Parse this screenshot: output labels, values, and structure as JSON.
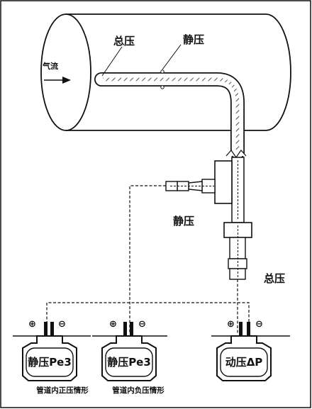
{
  "diagram": {
    "airflow_label": "气流",
    "total_pressure_label": "总压",
    "static_pressure_label": "静压",
    "static_pressure_side_label": "静压",
    "total_pressure_side_label": "总压",
    "plus_sign": "⊕",
    "minus_sign": "⊖",
    "gauges": [
      {
        "reading": "静压Pe3",
        "caption": "管道内正压情形"
      },
      {
        "reading": "静压Pe3",
        "caption": "管道内负压情形"
      },
      {
        "reading": "动压ΔP",
        "caption": ""
      }
    ]
  }
}
